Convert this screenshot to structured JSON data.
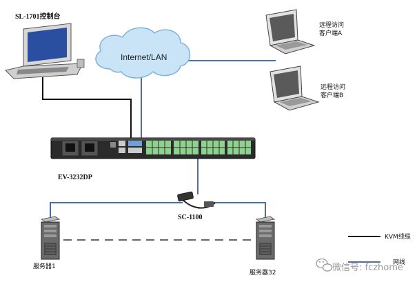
{
  "devices": {
    "console": {
      "label": "SL-1701控制台"
    },
    "cloud": {
      "label": "Internet/LAN"
    },
    "remote_a": {
      "line1": "远程访问",
      "line2": "客户端A"
    },
    "remote_b": {
      "line1": "远程访问",
      "line2": "客户端B"
    },
    "kvm_switch": {
      "label": "EV-3232DP"
    },
    "adapter": {
      "label": "SC-1100"
    },
    "server_1": {
      "label": "服务器1"
    },
    "server_32": {
      "label": "服务器32"
    }
  },
  "legend": {
    "kvm_cable": "KVM线缆",
    "network_cable": "网线"
  },
  "watermark": {
    "text": "微信号: fczhome"
  },
  "colors": {
    "kvm_cable": "#111111",
    "network_cable": "#4a6fa5",
    "cloud_fill": "#c9e3f7",
    "switch_body": "#2b2b2b",
    "port_green": "#8fd18f"
  }
}
